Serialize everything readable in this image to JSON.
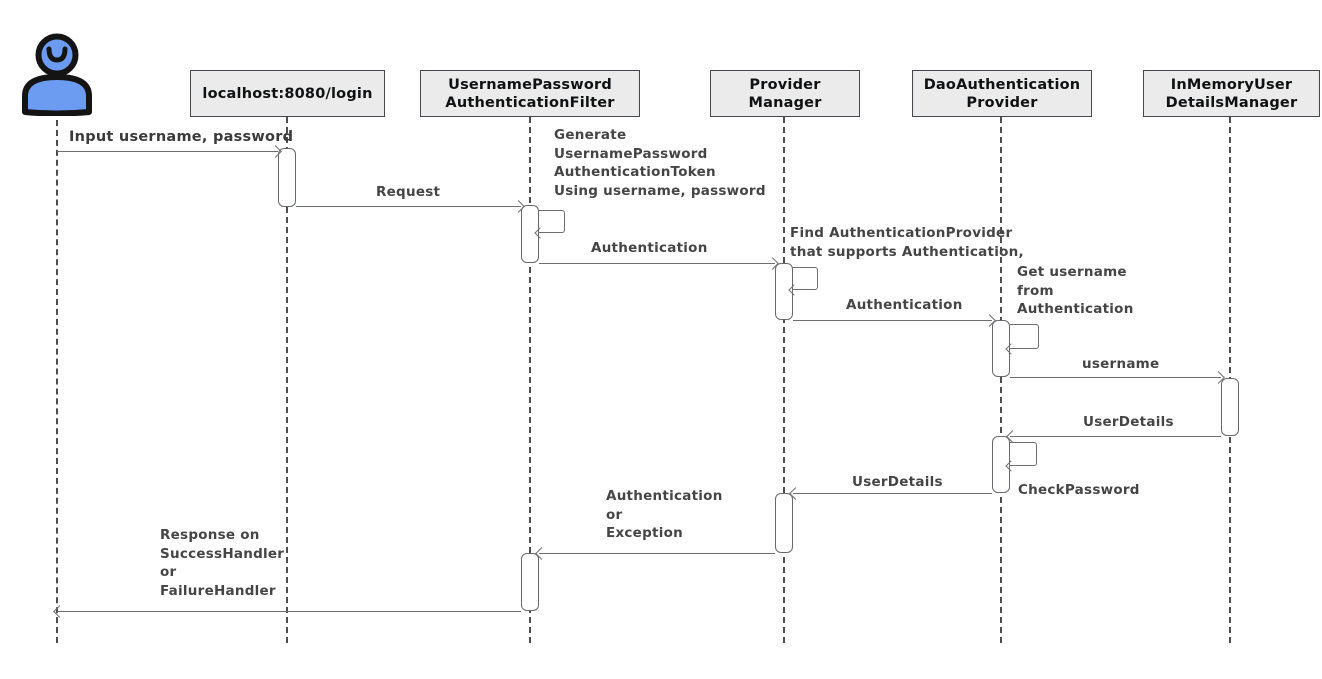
{
  "diagram_type": "sequence-diagram",
  "title_context": "Spring Security username/password authentication flow",
  "colors": {
    "background": "#ffffff",
    "participant_box_fill": "#ebebeb",
    "participant_box_border": "#45484d",
    "lifeline": "#4d4d4d",
    "message_line": "#6e6e6e",
    "label_text": "#454545",
    "header_text": "#101112",
    "actor_fill": "#6c9cf1",
    "actor_outline": "#141414"
  },
  "actor": {
    "name": "User",
    "icon": "person-icon"
  },
  "participants": {
    "localhost": {
      "lines": [
        "localhost:8080/login"
      ]
    },
    "filter": {
      "lines": [
        "UsernamePassword",
        "AuthenticationFilter"
      ]
    },
    "provider_manager": {
      "lines": [
        "Provider",
        "Manager"
      ]
    },
    "dao_provider": {
      "lines": [
        "DaoAuthentication",
        "Provider"
      ]
    },
    "in_memory": {
      "lines": [
        "InMemoryUser",
        "DetailsManager"
      ]
    }
  },
  "messages": {
    "input_credentials": {
      "from": "User",
      "to": "localhost:8080/login",
      "label": "Input username, password"
    },
    "request": {
      "from": "localhost:8080/login",
      "to": "UsernamePasswordAuthenticationFilter",
      "label": "Request"
    },
    "generate_token": {
      "self": "UsernamePasswordAuthenticationFilter",
      "lines": [
        "Generate",
        "UsernamePassword",
        "AuthenticationToken",
        "Using username, password"
      ]
    },
    "authentication_to_pm": {
      "from": "UsernamePasswordAuthenticationFilter",
      "to": "ProviderManager",
      "label": "Authentication"
    },
    "find_provider": {
      "self": "ProviderManager",
      "lines": [
        "Find AuthenticationProvider",
        "that supports Authentication,"
      ]
    },
    "authentication_to_dao": {
      "from": "ProviderManager",
      "to": "DaoAuthenticationProvider",
      "label": "Authentication"
    },
    "get_username": {
      "self": "DaoAuthenticationProvider",
      "lines": [
        "Get username",
        "from",
        "Authentication"
      ]
    },
    "username": {
      "from": "DaoAuthenticationProvider",
      "to": "InMemoryUserDetailsManager",
      "label": "username"
    },
    "user_details_return": {
      "from": "InMemoryUserDetailsManager",
      "to": "DaoAuthenticationProvider",
      "label": "UserDetails"
    },
    "check_password": {
      "self": "DaoAuthenticationProvider",
      "label": "CheckPassword"
    },
    "user_details_to_pm": {
      "from": "DaoAuthenticationProvider",
      "to": "ProviderManager",
      "label": "UserDetails"
    },
    "auth_or_exception": {
      "from": "ProviderManager",
      "to": "UsernamePasswordAuthenticationFilter",
      "lines": [
        "Authentication",
        "or",
        "Exception"
      ]
    },
    "response": {
      "from": "UsernamePasswordAuthenticationFilter",
      "to": "User",
      "lines": [
        "Response on",
        "SuccessHandler",
        "or",
        "FailureHandler"
      ]
    }
  }
}
